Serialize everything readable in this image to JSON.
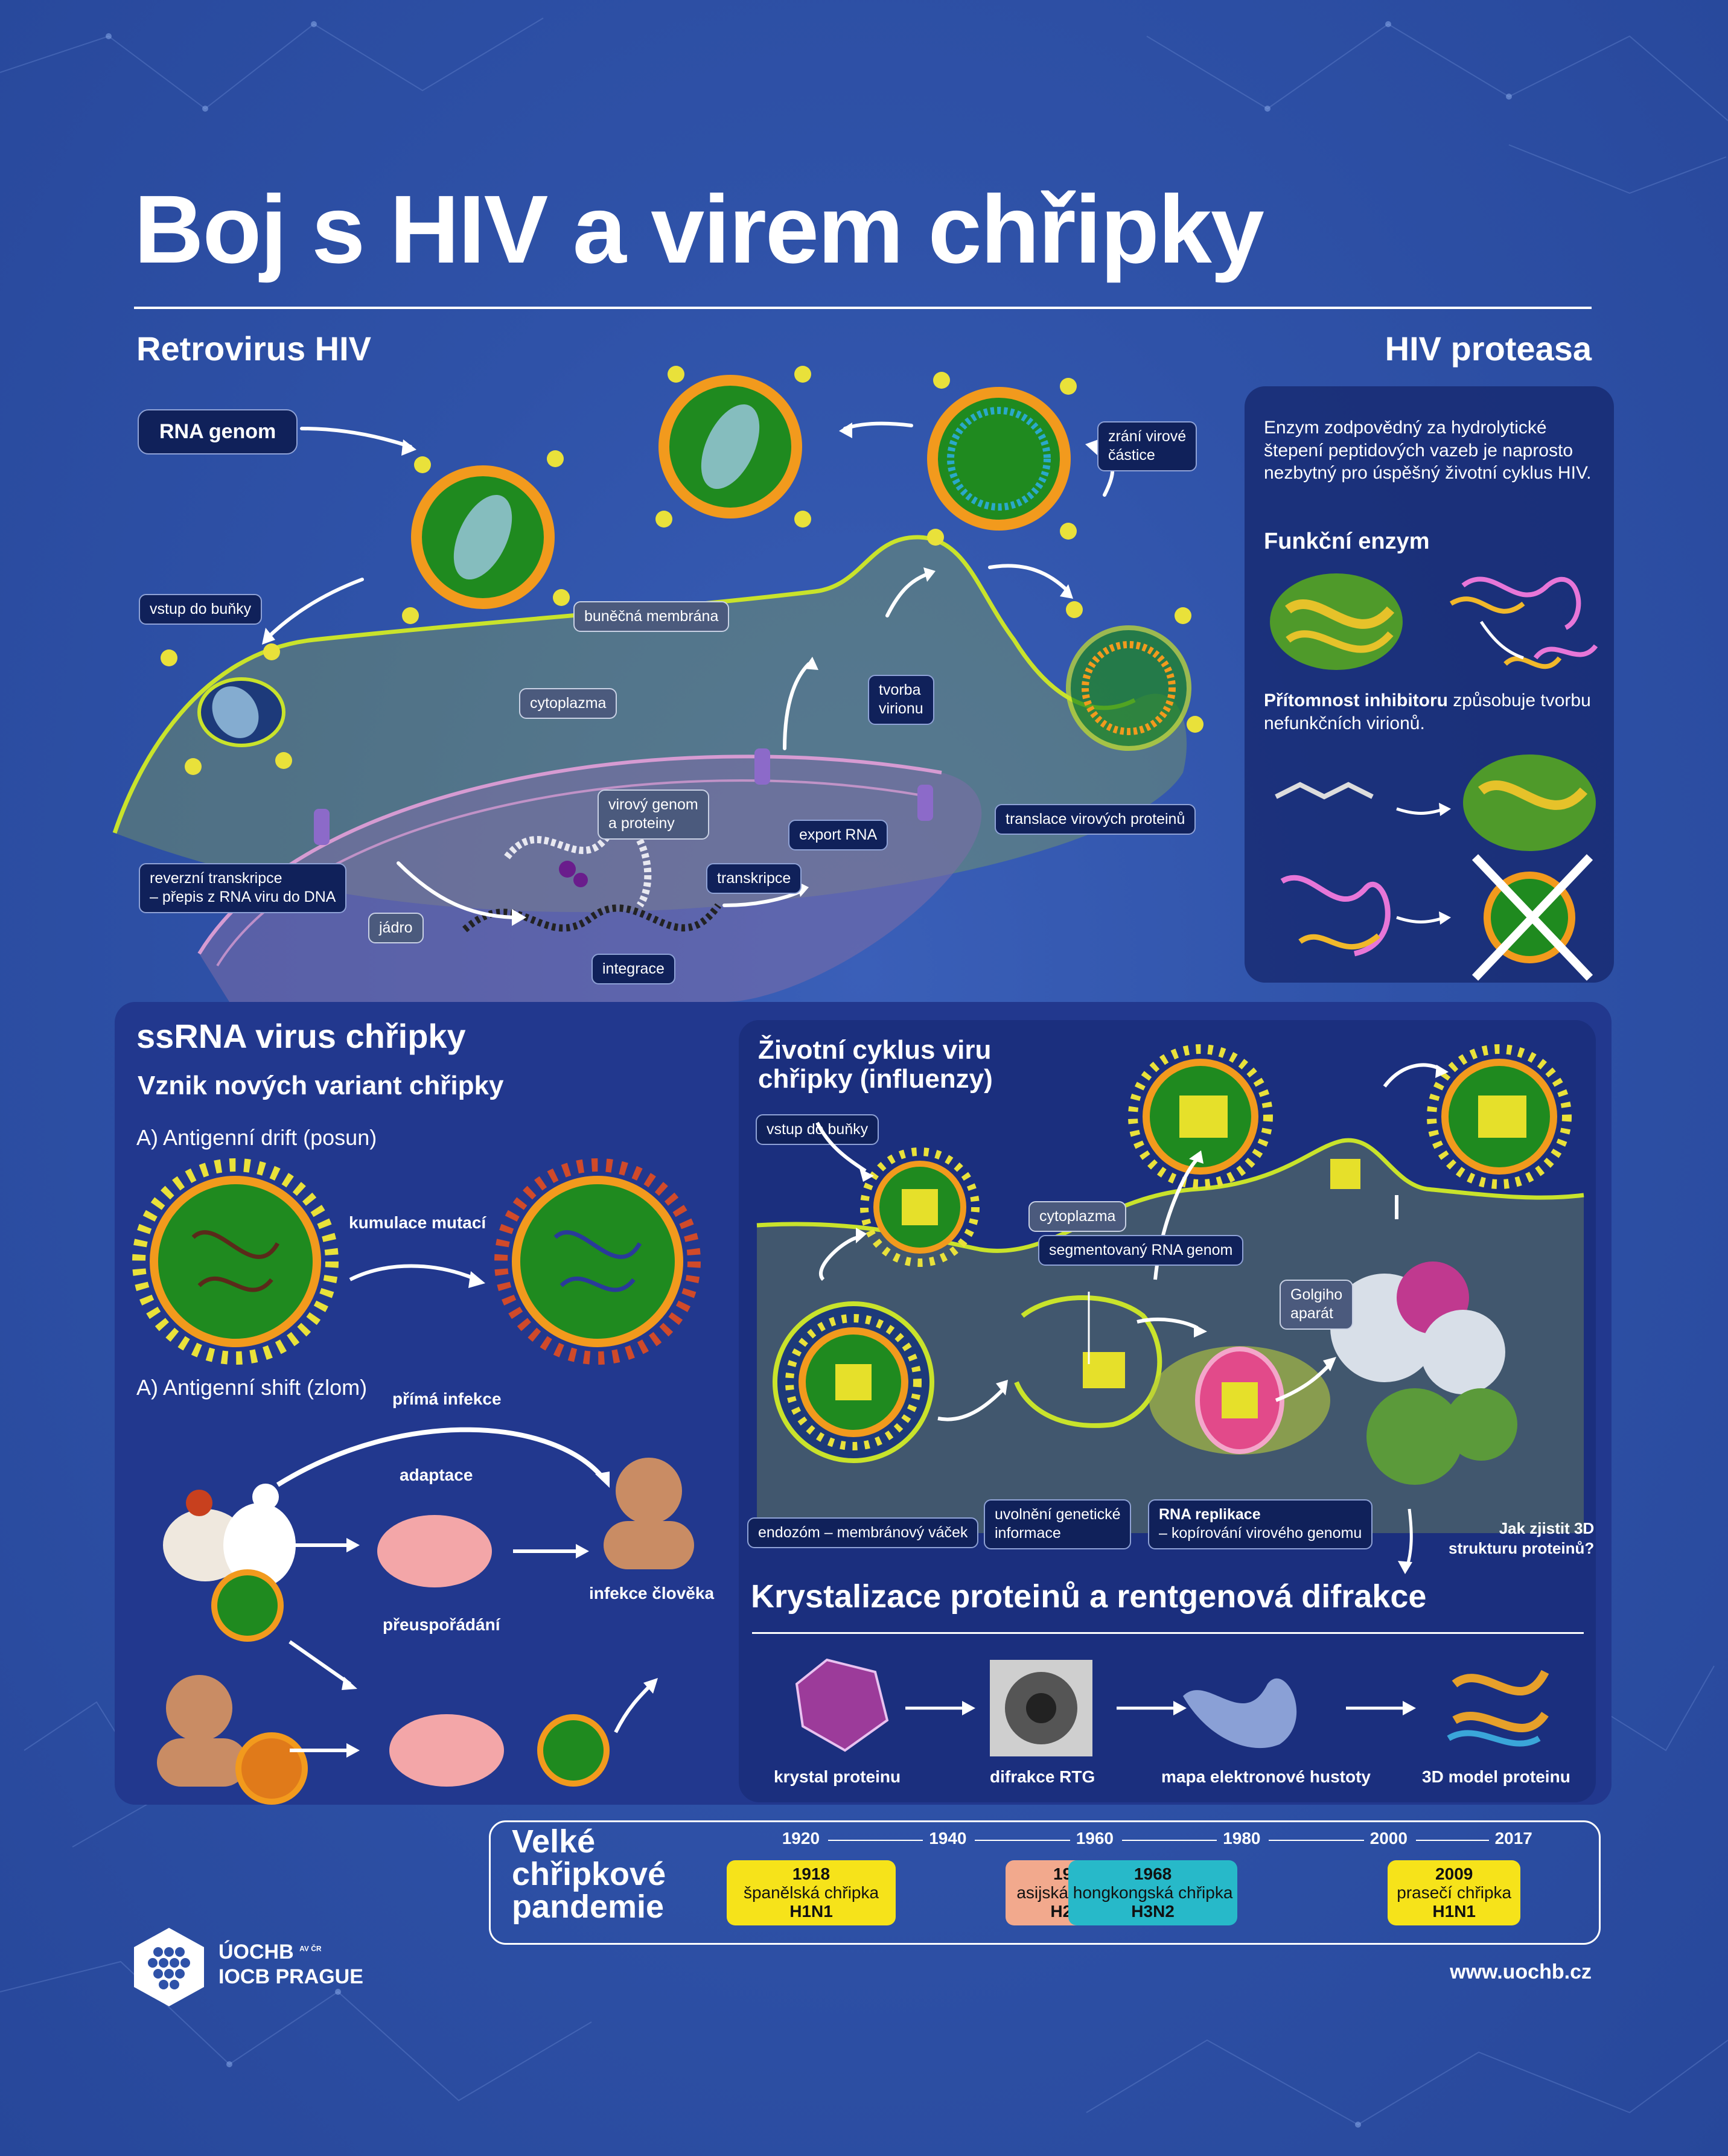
{
  "title": "Boj s HIV a virem chřipky",
  "hiv": {
    "heading": "Retrovirus HIV",
    "labels": {
      "rna_genom": "RNA genom",
      "vstup": "vstup do buňky",
      "bunecna_membrana": "buněčná membrána",
      "cytoplazma": "cytoplazma",
      "zrani": "zrání virové\nčástice",
      "tvorba": "tvorba\nvirionu",
      "virovy_genom": "virový genom\na proteiny",
      "export_rna": "export RNA",
      "translace": "translace virových proteinů",
      "reverzni": "reverzní transkripce\n– přepis z RNA viru do DNA",
      "jadro": "jádro",
      "transkripce": "transkripce",
      "integrace": "integrace"
    }
  },
  "protease": {
    "heading": "HIV proteasa",
    "description": "Enzym zodpovědný za hydrolytické štepení peptidových vazeb je naprosto nezbytný pro úspěšný životní cyklus HIV.",
    "functional_heading": "Funkční enzym",
    "inhibitor_bold": "Přítomnost inhibitoru",
    "inhibitor_rest": " způsobuje tvorbu nefunkčních virionů."
  },
  "flu": {
    "heading": "ssRNA virus chřipky",
    "subheading": "Vznik nových variant chřipky",
    "drift_label": "A) Antigenní drift (posun)",
    "kumulace": "kumulace mutací",
    "shift_label": "A) Antigenní shift (zlom)",
    "prima": "přímá infekce",
    "adaptace": "adaptace",
    "preusporadani": "přeuspořádání",
    "infekce_cloveka": "infekce člověka"
  },
  "cycle": {
    "heading": "Životní cyklus viru\nchřipky (influenzy)",
    "labels": {
      "vstup": "vstup do buňky",
      "cytoplazma": "cytoplazma",
      "segmentovany": "segmentovaný RNA genom",
      "golgi": "Golgiho\naparát",
      "endozom": "endozóm – membránový váček",
      "uvolneni": "uvolnění genetické\ninformace",
      "rna_replikace_bold": "RNA replikace",
      "rna_replikace_rest": "– kopírování virového genomu"
    },
    "question": "Jak zjistit 3D\nstrukturu proteinů?"
  },
  "crystal": {
    "heading": "Krystalizace proteinů a rentgenová difrakce",
    "steps": [
      "krystal proteinu",
      "difrakce RTG",
      "mapa elektronové hustoty",
      "3D model proteinu"
    ]
  },
  "pandemics": {
    "heading": "Velké\nchřipkové\npandemie",
    "axis_years": [
      "1920",
      "1940",
      "1960",
      "1980",
      "2000",
      "2017"
    ],
    "events": [
      {
        "year": "1918",
        "name": "španělská chřipka",
        "strain": "H1N1",
        "color": "#f6e31a"
      },
      {
        "year": "1957",
        "name": "asijská chřipka",
        "strain": "H2N2",
        "color": "#f2a98d"
      },
      {
        "year": "1968",
        "name": "hongkongská chřipka",
        "strain": "H3N2",
        "color": "#27b9c9"
      },
      {
        "year": "2009",
        "name": "prasečí chřipka",
        "strain": "H1N1",
        "color": "#f6e31a"
      }
    ]
  },
  "footer": {
    "logo_line1": "ÚOCHB",
    "logo_super": "AV ČR",
    "logo_line2": "IOCB PRAGUE",
    "url": "www.uochb.cz"
  },
  "colors": {
    "background": "#2f52a8",
    "panel": "#1d3282",
    "virus_core": "#1f8a1f",
    "virus_ring": "#f29a1d",
    "membrane": "#b8d62a"
  }
}
